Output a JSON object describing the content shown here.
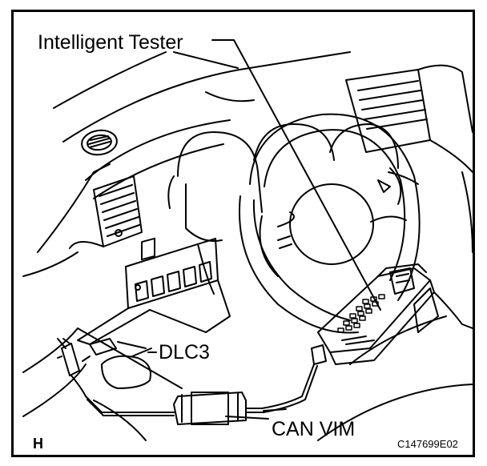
{
  "labels": {
    "intelligent_tester": "Intelligent Tester",
    "dlc3": "DLC3",
    "can_vim": "CAN VIM",
    "corner_letter": "H",
    "figure_code": "C147699E02"
  },
  "colors": {
    "line": "#000000",
    "background": "#ffffff",
    "shade": "#555555"
  }
}
